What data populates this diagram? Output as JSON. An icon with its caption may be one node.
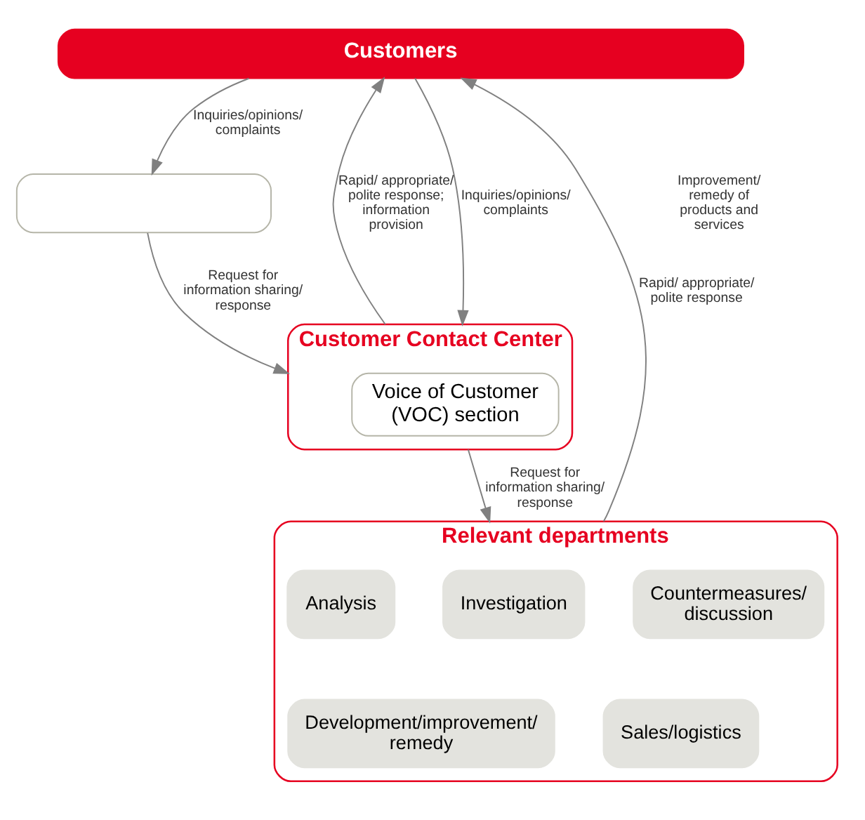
{
  "diagram": {
    "nodes": [
      {
        "text": [
          "Customers"
        ]
      },
      {
        "text": [],
        "shape": "box"
      },
      {
        "text": [
          "Customer Contact Center"
        ]
      },
      {
        "text": [
          "Voice of Customer (VOC) section"
        ],
        "in": 2
      },
      {
        "text": [
          "Relevant departments"
        ]
      },
      {
        "text": [
          "Analysis"
        ],
        "in": 4
      },
      {
        "text": [
          "Investigation"
        ],
        "in": 4
      },
      {
        "text": [
          "Countermeasures/ discussion"
        ],
        "in": 4
      },
      {
        "text": [
          "Development/improvement/ remedy"
        ],
        "in": 4
      },
      {
        "text": [
          "Sales/logistics"
        ],
        "in": 4
      }
    ],
    "edges": [
      {
        "from": 4,
        "to": 0,
        "arrow": "to",
        "label": "Rapid/ appropriate/ polite response"
      },
      {
        "from": 2,
        "to": 0,
        "arrow": "to",
        "label": "Rapid/ appropriate/ polite response; information provision"
      },
      {
        "from": 0,
        "to": 2,
        "arrow": "to",
        "label": "Inquiries/opinions/ complaints"
      },
      {
        "from": 0,
        "to": 1,
        "arrow": "to",
        "label": "Inquiries/opinions/ complaints"
      },
      {
        "from": 1,
        "to": 2,
        "arrow": "to",
        "label": "Request for information sharing/ response"
      },
      {
        "from": 2,
        "to": 4,
        "arrow": "to",
        "label": "Request for information sharing/ response"
      }
    ],
    "labels": [
      "Improvement/ remedy of products and services"
    ]
  }
}
